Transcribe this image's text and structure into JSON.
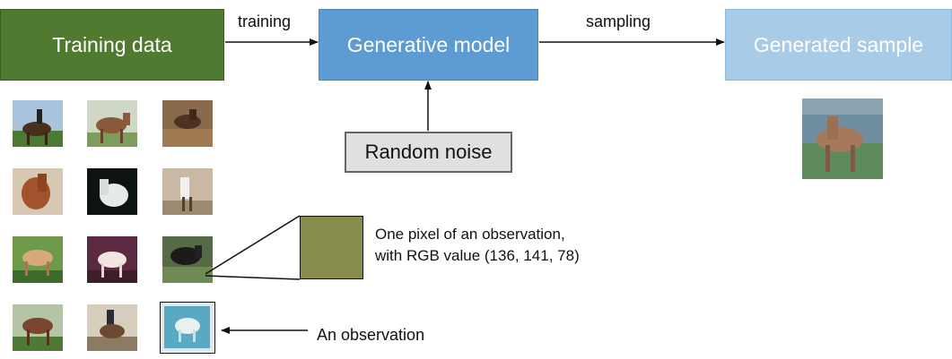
{
  "boxes": {
    "training_data": "Training data",
    "generative_model": "Generative model",
    "generated_sample": "Generated sample",
    "random_noise": "Random noise"
  },
  "arrows": {
    "training": "training",
    "sampling": "sampling"
  },
  "annotations": {
    "pixel_line1": "One pixel of an observation,",
    "pixel_line2": "with RGB value (136, 141, 78)",
    "observation": "An observation"
  },
  "colors": {
    "training_box": "#4f7a2f",
    "model_box": "#5d9bd3",
    "generated_box": "#a8cbe7",
    "noise_box": "#e0e0e0",
    "pixel_swatch": "#888d4e"
  }
}
